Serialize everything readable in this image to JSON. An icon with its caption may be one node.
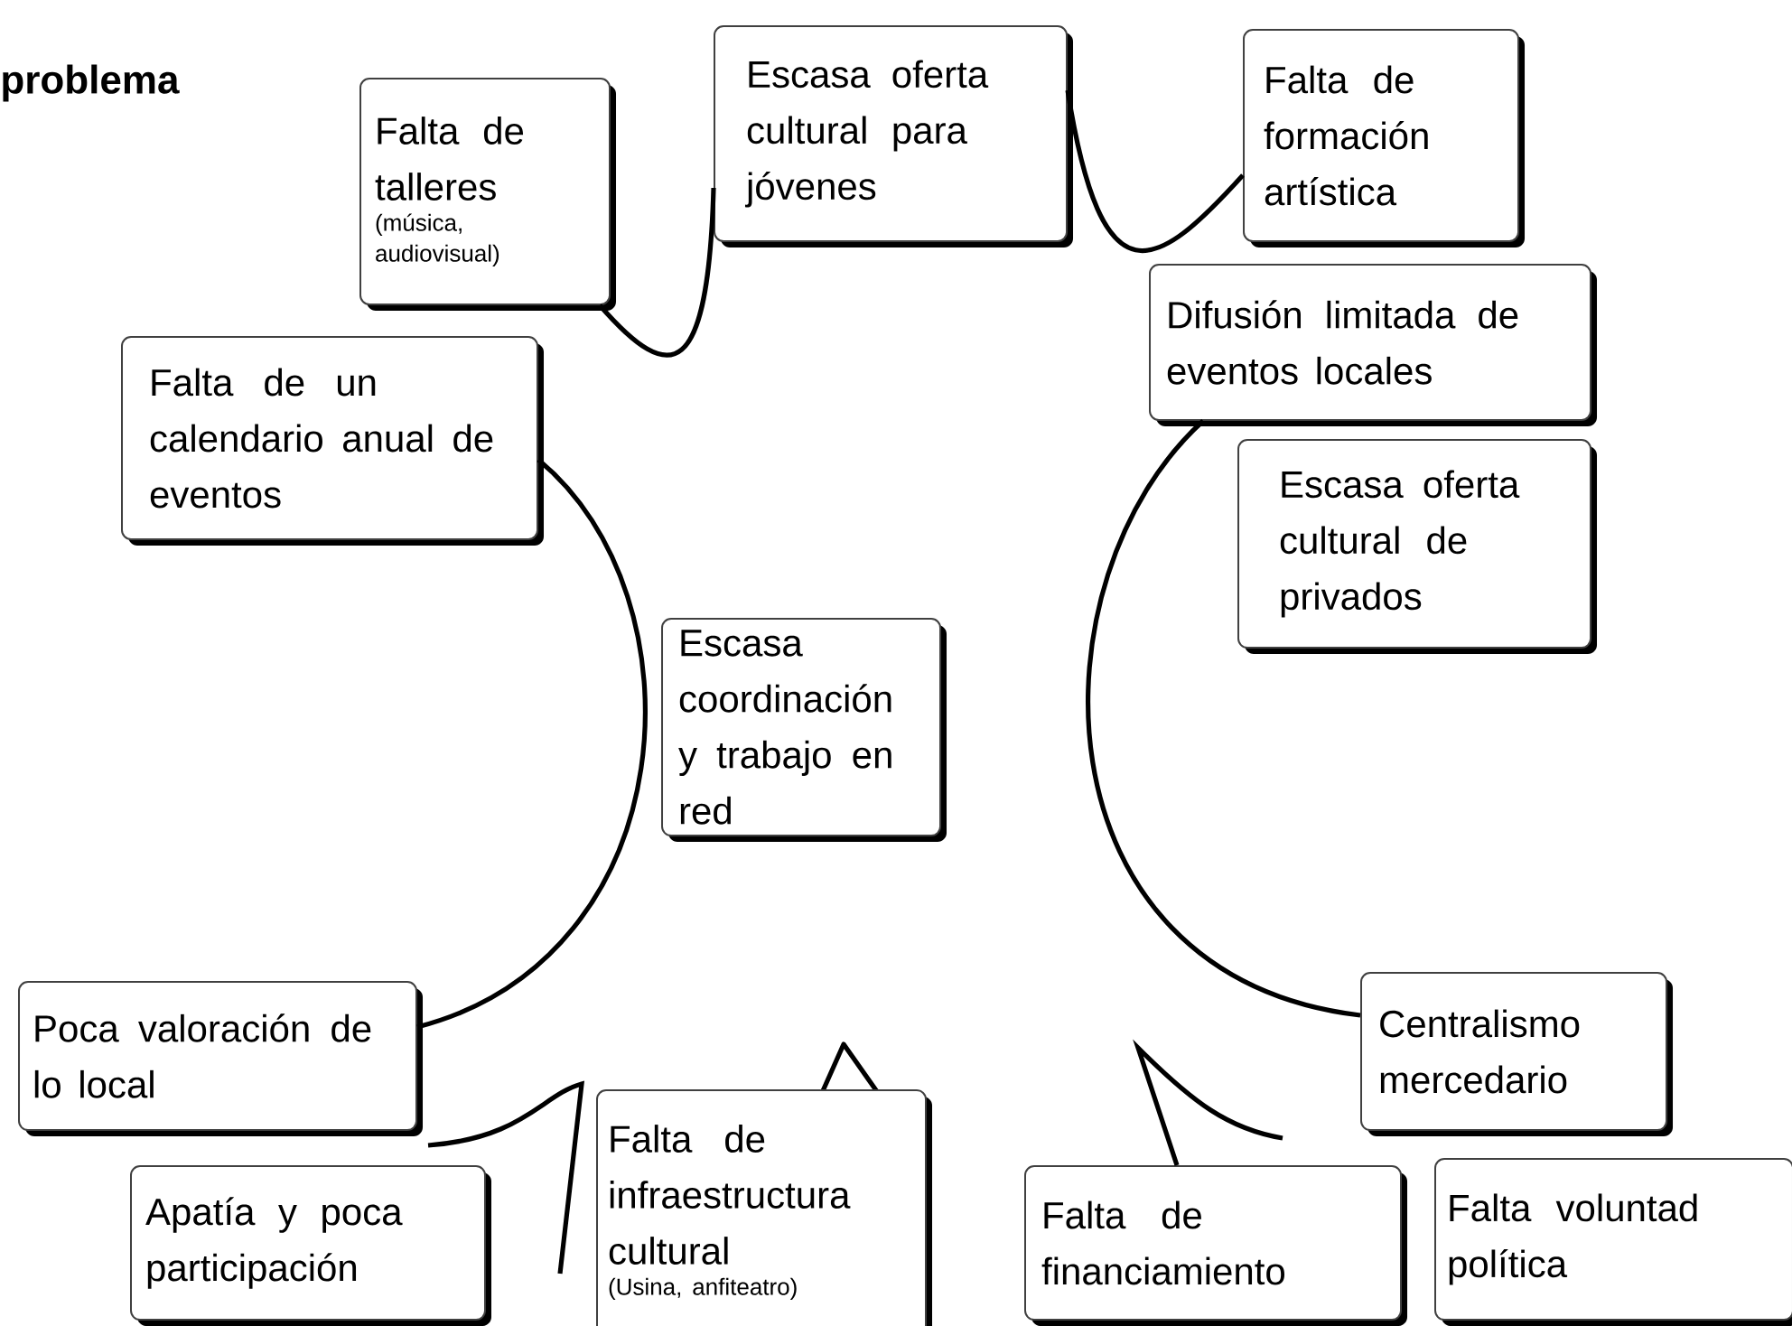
{
  "diagram": {
    "title": "problema",
    "nodes": [
      {
        "text": [
          "Falta de talleres",
          "(música, audiovisual)"
        ]
      },
      {
        "text": [
          "Escasa oferta cultural para jóvenes"
        ]
      },
      {
        "text": [
          "Falta de formación artística"
        ]
      },
      {
        "text": [
          "Difusión limitada de eventos locales"
        ]
      },
      {
        "text": [
          "Falta de un calendario anual de eventos"
        ]
      },
      {
        "text": [
          "Escasa oferta cultural de privados"
        ]
      },
      {
        "text": [
          "Escasa coordinación y trabajo en red"
        ]
      },
      {
        "text": [
          "Poca valoración de lo local"
        ]
      },
      {
        "text": [
          "Centralismo mercedario"
        ]
      },
      {
        "text": [
          "Falta de infraestructura cultural",
          "(Usina, anfiteatro)"
        ]
      },
      {
        "text": [
          "Apatía y poca participación"
        ]
      },
      {
        "text": [
          "Falta de financiamiento"
        ]
      },
      {
        "text": [
          "Falta voluntad política"
        ]
      }
    ],
    "edges": [
      {
        "from": 0,
        "to": 1,
        "arrow": "none"
      },
      {
        "from": 1,
        "to": 2,
        "arrow": "none"
      },
      {
        "from": 4,
        "to": 7,
        "arrow": "none"
      },
      {
        "from": 3,
        "to": 8,
        "arrow": "none"
      },
      {
        "from": 7,
        "to": null,
        "arrow": "none"
      },
      {
        "from": 11,
        "to": null,
        "arrow": "none"
      }
    ]
  }
}
